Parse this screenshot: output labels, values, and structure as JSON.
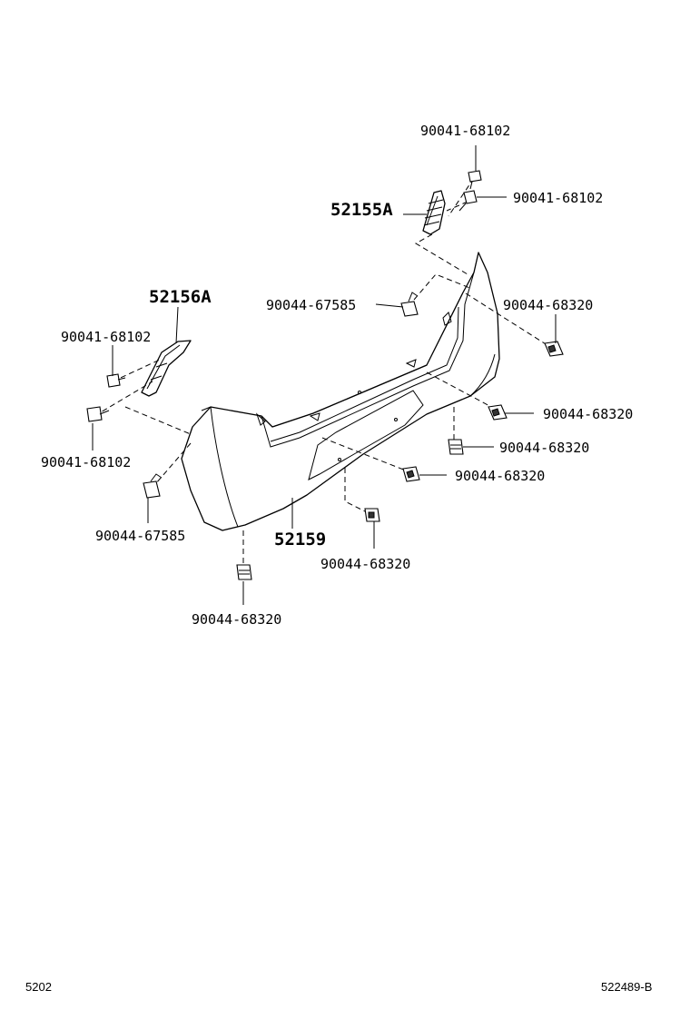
{
  "parts": {
    "bumper_cover": "52159",
    "retainer_right": "52155A",
    "retainer_left": "52156A"
  },
  "fasteners": {
    "screw_top_1": "90041-68102",
    "screw_top_2": "90041-68102",
    "screw_left_1": "90041-68102",
    "screw_left_2": "90041-68102",
    "clip_upper_mid": "90044-67585",
    "clip_right_1": "90044-68320",
    "clip_right_2": "90044-68320",
    "clip_right_3": "90044-68320",
    "clip_center": "90044-68320",
    "clip_lower_mid": "90044-68320",
    "clip_bottom": "90044-68320",
    "clip_lower_left": "90044-67585"
  },
  "footer": {
    "page_ref": "5202",
    "drawing_id": "522489-B"
  }
}
